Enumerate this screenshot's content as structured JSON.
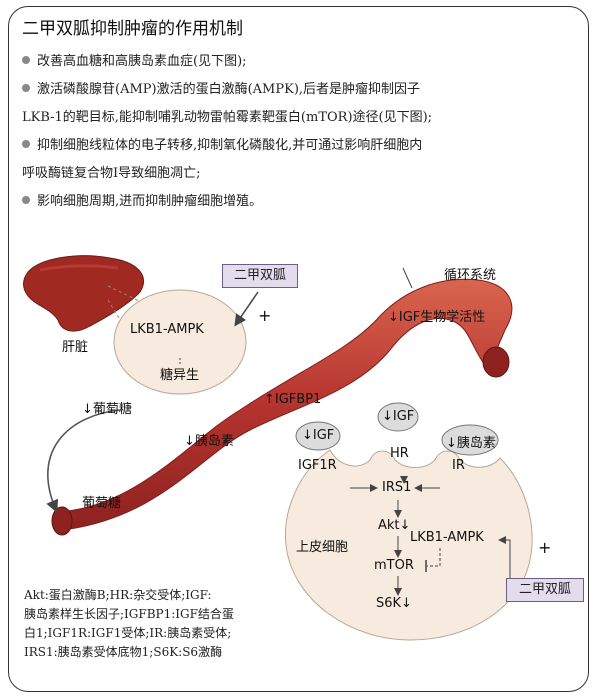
{
  "title": "二甲双胍抑制肿瘤的作用机制",
  "bullets": [
    "改善高血糖和高胰岛素血症(见下图);",
    "激活磷酸腺苷(AMP)激活的蛋白激酶(AMPK),后者是肿瘤抑制因子",
    "LKB-1的靶目标,能抑制哺乳动物雷帕霉素靶蛋白(mTOR)途径(见下图);",
    "抑制细胞线粒体的电子转移,抑制氧化磷酸化,并可通过影响肝细胞内",
    "呼吸酶链复合物Ⅰ导致细胞凋亡;",
    "影响细胞周期,进而抑制肿瘤细胞增殖。"
  ],
  "diagram": {
    "metformin": "二甲双胍",
    "liver": "肝脏",
    "circulation": "循环系统",
    "lkb_ampk": "LKB1-AMPK",
    "gluconeogenesis": "糖异生",
    "igf_bio": "↓IGF生物学活性",
    "igfbp1": "↑IGFBP1",
    "glucose_down": "↓葡萄糖",
    "insulin_down": "↓胰岛素",
    "glucose": "葡萄糖",
    "igf_left": "↓IGF",
    "igf_center": "↓IGF",
    "insulin_right": "↓胰岛素",
    "igf1r": "IGF1R",
    "hr": "HR",
    "ir": "IR",
    "irs1": "IRS1",
    "akt": "Akt↓",
    "mtor": "mTOR",
    "s6k": "S6K↓",
    "epithelial": "上皮细胞",
    "plus1": "+",
    "plus2": "+"
  },
  "legend": [
    "Akt:蛋白激酶B;HR:杂交受体;IGF:",
    "胰岛素样生长因子;IGFBP1:IGF结合蛋",
    "白1;IGF1R:IGF1受体;IR:胰岛素受体;",
    "IRS1:胰岛素受体底物1;S6K:S6激酶"
  ],
  "colors": {
    "vessel": "#b5332e",
    "vessel_light": "#d9654f",
    "liver": "#a02a22",
    "cell": "#f6ebde",
    "box": "#e3dcec"
  }
}
